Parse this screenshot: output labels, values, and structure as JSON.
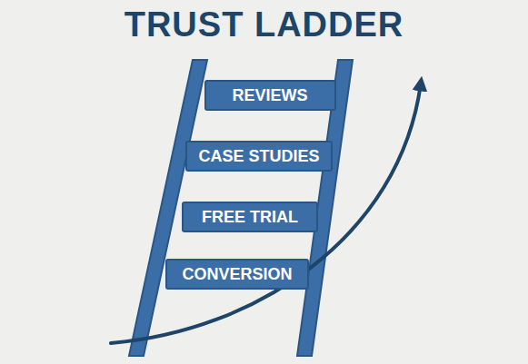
{
  "diagram": {
    "title": "TRUST LADDER",
    "nodes": [
      {
        "text": [
          "REVIEWS"
        ]
      },
      {
        "text": [
          "CASE STUDIES"
        ]
      },
      {
        "text": [
          "FREE TRIAL"
        ]
      },
      {
        "text": [
          "CONVERSION"
        ]
      }
    ]
  }
}
